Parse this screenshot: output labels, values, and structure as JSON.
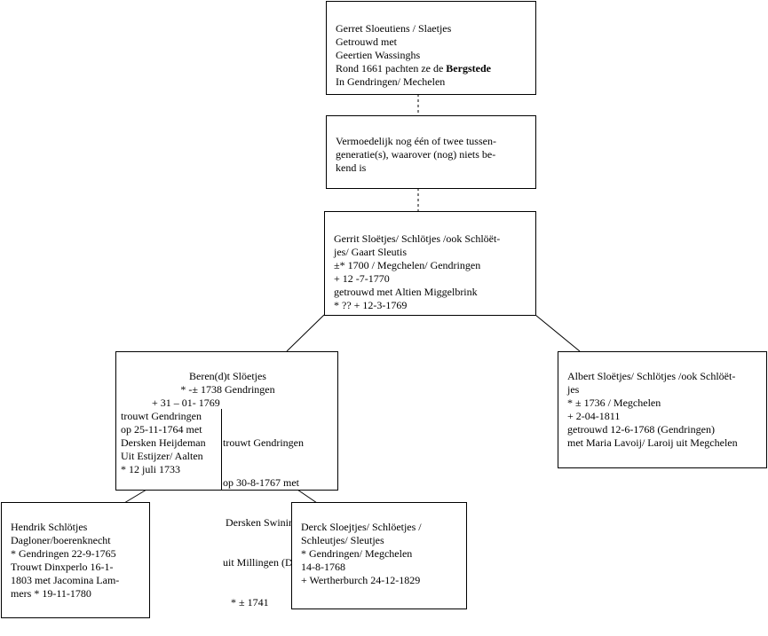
{
  "gerret": {
    "l1": "Gerret Sloeutiens / Slaetjes",
    "l2": "Getrouwd met",
    "l3": "Geertien Wassinghs",
    "l4_pre": "Rond 1661 pachten ze de ",
    "l4_bold": "Bergstede",
    "l5": "In Gendringen/ Mechelen"
  },
  "vermoedelijk": {
    "l1": "Vermoedelijk nog één  of twee tussen-",
    "l2": "generatie(s), waarover (nog) niets be-",
    "l3": "kend is"
  },
  "gerrit": {
    "l1": "Gerrit Sloëtjes/ Schlötjes /ook Schlöët-",
    "l2": "jes/ Gaart Sleutis",
    "l3": "±* 1700 / Megchelen/ Gendringen",
    "l4": "+ 12 -7-1770",
    "l5": "getrouwd met Altien Miggelbrink",
    "l6": "* ??   + 12-3-1769"
  },
  "berend": {
    "l1": "Beren(d)t Slöetjes",
    "l2": "* -± 1738 Gendringen",
    "l3": "+  31 – 01- 1769",
    "left": {
      "l1": "trouwt Gendringen",
      "l2": "op 25-11-1764 met",
      "l3": "Dersken Heijdeman",
      "l4": "Uit Estijzer/ Aalten",
      "l5": "* 12 juli 1733"
    },
    "right": {
      "l1": "trouwt Gendringen",
      "l2": "op 30-8-1767 met",
      "l3": " Dersken Swining",
      "l4": "uit Millingen (Dld)",
      "l5": "   * ± 1741"
    }
  },
  "albert": {
    "l1": "Albert Sloëtjes/ Schlötjes /ook Schlöët-",
    "l2": "jes",
    "l3": "* ± 1736 / Megchelen",
    "l4": "+ 2-04-1811",
    "l5": "getrouwd 12-6-1768 (Gendringen)",
    "l6": "met Maria Lavoij/ Laroij uit Megchelen"
  },
  "hendrik": {
    "l1": "Hendrik Schlötjes",
    "l2": "Dagloner/boerenknecht",
    "l3": "* Gendringen 22-9-1765",
    "l4": "Trouwt Dinxperlo 16-1-",
    "l5": "1803 met Jacomina Lam-",
    "l6": "mers * 19-11-1780"
  },
  "derck": {
    "l1": "Derck Sloejtjes/ Schlöetjes /",
    "l2": "Schleutjes/ Sleutjes",
    "l3": "* Gendringen/ Megchelen",
    "l4": "14-8-1768",
    "l5": "+ Wertherburch 24-12-1829"
  }
}
